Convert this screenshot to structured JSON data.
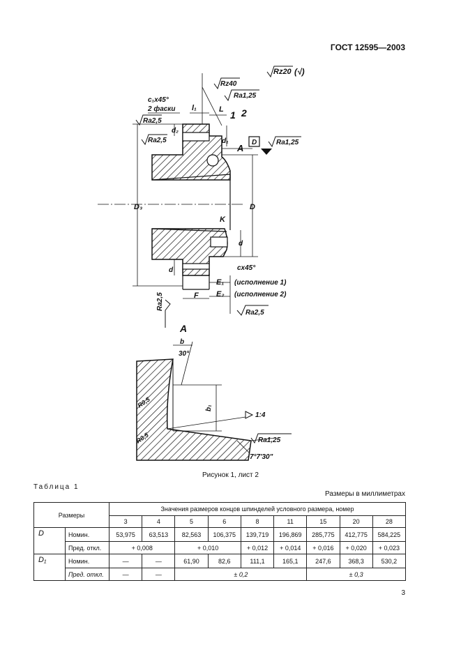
{
  "header": {
    "standard": "ГОСТ 12595—2003"
  },
  "figure": {
    "caption": "Рисунок 1, лист 2",
    "labels": {
      "roughness_general": "Rz20",
      "rz40": "Rz40",
      "ra125_top": "Ra1,25",
      "ra125_side": "Ra1,25",
      "ra125_detail": "Ra1,25",
      "ra25_left_top": "Ra2,5",
      "ra25_left_mid": "Ra2,5",
      "ra25_bottom_left": "Ra2,5",
      "ra25_bottom_right": "Ra2,5",
      "chamfer_top": "c₁x45°",
      "chamfer_top_2": "2 фаски",
      "chamfer_bottom": "cx45°",
      "l1": "l₁",
      "L": "L",
      "num1": "1",
      "num2": "2",
      "d2": "d₂",
      "d1": "d₁",
      "A_top": "A",
      "D_box": "D",
      "D3": "D₃",
      "D": "D",
      "K": "K",
      "d_right": "d",
      "d_left": "d",
      "E1": "E₁",
      "E2": "E₂",
      "ver1": "(исполнение 1)",
      "ver2": "(исполнение 2)",
      "F": "F",
      "A_detail": "A",
      "b": "b",
      "angle30": "30°",
      "b1": "b₁",
      "r05a": "R0,5",
      "r05b": "R0,5",
      "taper": "1:4",
      "angle_taper": "7°7'30\""
    }
  },
  "table": {
    "label": "Таблица 1",
    "units": "Размеры в миллиметрах",
    "col_dims": "Размеры",
    "col_values_title": "Значения размеров концов шпинделей условного размера, номер",
    "sizes": [
      "3",
      "4",
      "5",
      "6",
      "8",
      "11",
      "15",
      "20",
      "28"
    ],
    "rows": {
      "D": {
        "name": "D",
        "nom_label": "Номин.",
        "nom": [
          "53,975",
          "63,513",
          "82,563",
          "106,375",
          "139,719",
          "196,869",
          "285,775",
          "412,775",
          "584,225"
        ],
        "tol_label": "Пред. откл.",
        "tol": [
          "+ 0,008",
          "+ 0,010",
          "+ 0,012",
          "+ 0,014",
          "+ 0,016",
          "+ 0,020",
          "+ 0,023"
        ]
      },
      "D1": {
        "name": "D₁",
        "nom_label": "Номин.",
        "nom": [
          "—",
          "—",
          "61,90",
          "82,6",
          "111,1",
          "165,1",
          "247,6",
          "368,3",
          "530,2"
        ],
        "tol_label": "Пред. откл.",
        "tol": [
          "—",
          "—",
          "± 0,2",
          "± 0,3"
        ]
      }
    }
  },
  "page_number": "3"
}
